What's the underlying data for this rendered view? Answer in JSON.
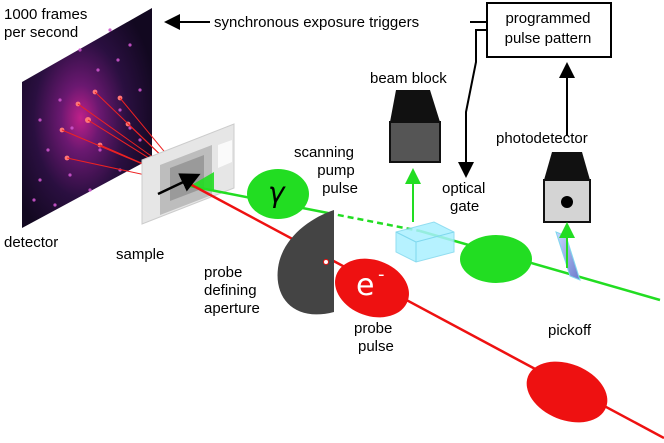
{
  "labels": {
    "frames_line1": "1000 frames",
    "frames_line2": "per second",
    "detector": "detector",
    "sample": "sample",
    "sync_triggers": "synchronous exposure triggers",
    "programmed_line1": "programmed",
    "programmed_line2": "pulse pattern",
    "beam_block": "beam block",
    "photodetector": "photodetector",
    "scanning_line1": "scanning",
    "scanning_line2": "pump",
    "scanning_line3": "pulse",
    "optical_line1": "optical",
    "optical_line2": "gate",
    "aperture_line1": "probe",
    "aperture_line2": "defining",
    "aperture_line3": "aperture",
    "probe_line1": "probe",
    "probe_line2": "pulse",
    "pickoff": "pickoff",
    "gamma_symbol": "γ",
    "electron_symbol": "e",
    "electron_charge": "-"
  },
  "colors": {
    "pump_beam": "#22dd22",
    "electron_beam": "#ee1111",
    "detector_bg": "#1a0a2e",
    "aperture": "#444444",
    "beam_block": "#555555",
    "gate": "#aaf0ff"
  }
}
